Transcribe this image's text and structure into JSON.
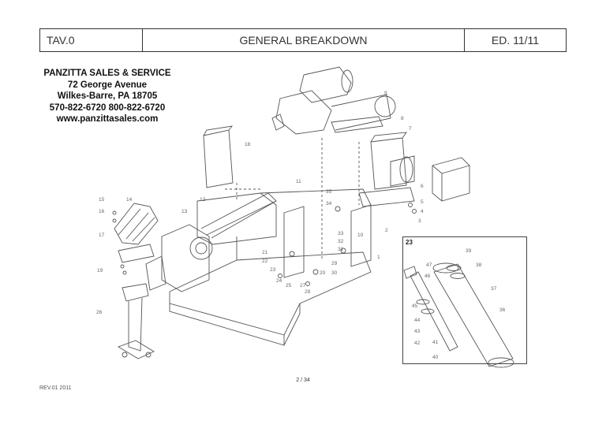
{
  "header": {
    "code": "TAV.0",
    "title": "GENERAL BREAKDOWN",
    "edition": "ED. 11/11"
  },
  "dealer": {
    "name": "PANZITTA SALES & SERVICE",
    "street": "72 George Avenue",
    "city": "Wilkes-Barre, PA 18705",
    "phones": "570-822-6720   800-822-6720",
    "website": "www.panzittasales.com"
  },
  "inset": {
    "label": "23"
  },
  "callouts": [
    "1",
    "2",
    "3",
    "4",
    "5",
    "6",
    "7",
    "8",
    "9",
    "10",
    "11",
    "12",
    "13",
    "14",
    "15",
    "16",
    "17",
    "18",
    "19",
    "20",
    "21",
    "22",
    "23",
    "24",
    "25",
    "26",
    "27",
    "28",
    "29",
    "30",
    "31",
    "32",
    "33",
    "34",
    "35",
    "36",
    "37",
    "38",
    "39",
    "40",
    "41",
    "42",
    "43",
    "44",
    "45",
    "46",
    "47"
  ],
  "footer": {
    "page": "2 / 34",
    "revision": "REV.01 2011"
  }
}
